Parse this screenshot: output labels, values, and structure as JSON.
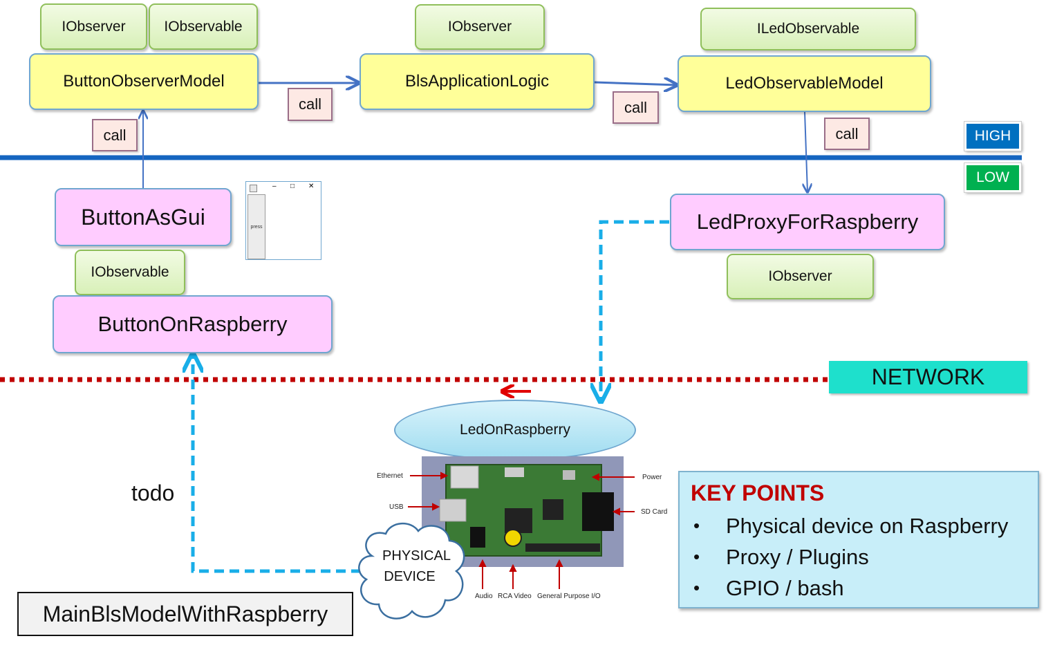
{
  "interfaces": {
    "button_observer_model": [
      "IObserver",
      "IObservable"
    ],
    "bls_application_logic": "IObserver",
    "led_observable_model": "ILedObservable",
    "button_on_raspberry": "IObservable",
    "led_proxy_for_raspberry": "IObserver"
  },
  "high_level": {
    "button_observer_model": "ButtonObserverModel",
    "bls_application_logic": "BlsApplicationLogic",
    "led_observable_model": "LedObservableModel"
  },
  "low_level": {
    "button_as_gui": "ButtonAsGui",
    "button_on_raspberry": "ButtonOnRaspberry",
    "led_proxy_for_raspberry": "LedProxyForRaspberry"
  },
  "calls": [
    "call",
    "call",
    "call",
    "call"
  ],
  "levels": {
    "high": "HIGH",
    "low": "LOW",
    "high_color": "#0070c0",
    "low_color": "#00b050"
  },
  "network_label": "NETWORK",
  "led_on_raspberry": "LedOnRaspberry",
  "physical_device": [
    "PHYSICAL",
    "DEVICE"
  ],
  "todo_label": "todo",
  "main_model": "MainBlsModelWithRaspberry",
  "gui_window": {
    "button_label": "press",
    "controls": [
      "–",
      "□",
      "✕"
    ]
  },
  "raspberry_board": {
    "left_labels": [
      "Ethernet",
      "USB"
    ],
    "right_labels": [
      "Power",
      "SD Card"
    ],
    "bottom_labels": [
      "Audio",
      "RCA Video",
      "General Purpose I/O"
    ]
  },
  "key_points": {
    "title": "KEY POINTS",
    "items": [
      "Physical device on Raspberry",
      "Proxy / Plugins",
      "GPIO / bash"
    ]
  }
}
